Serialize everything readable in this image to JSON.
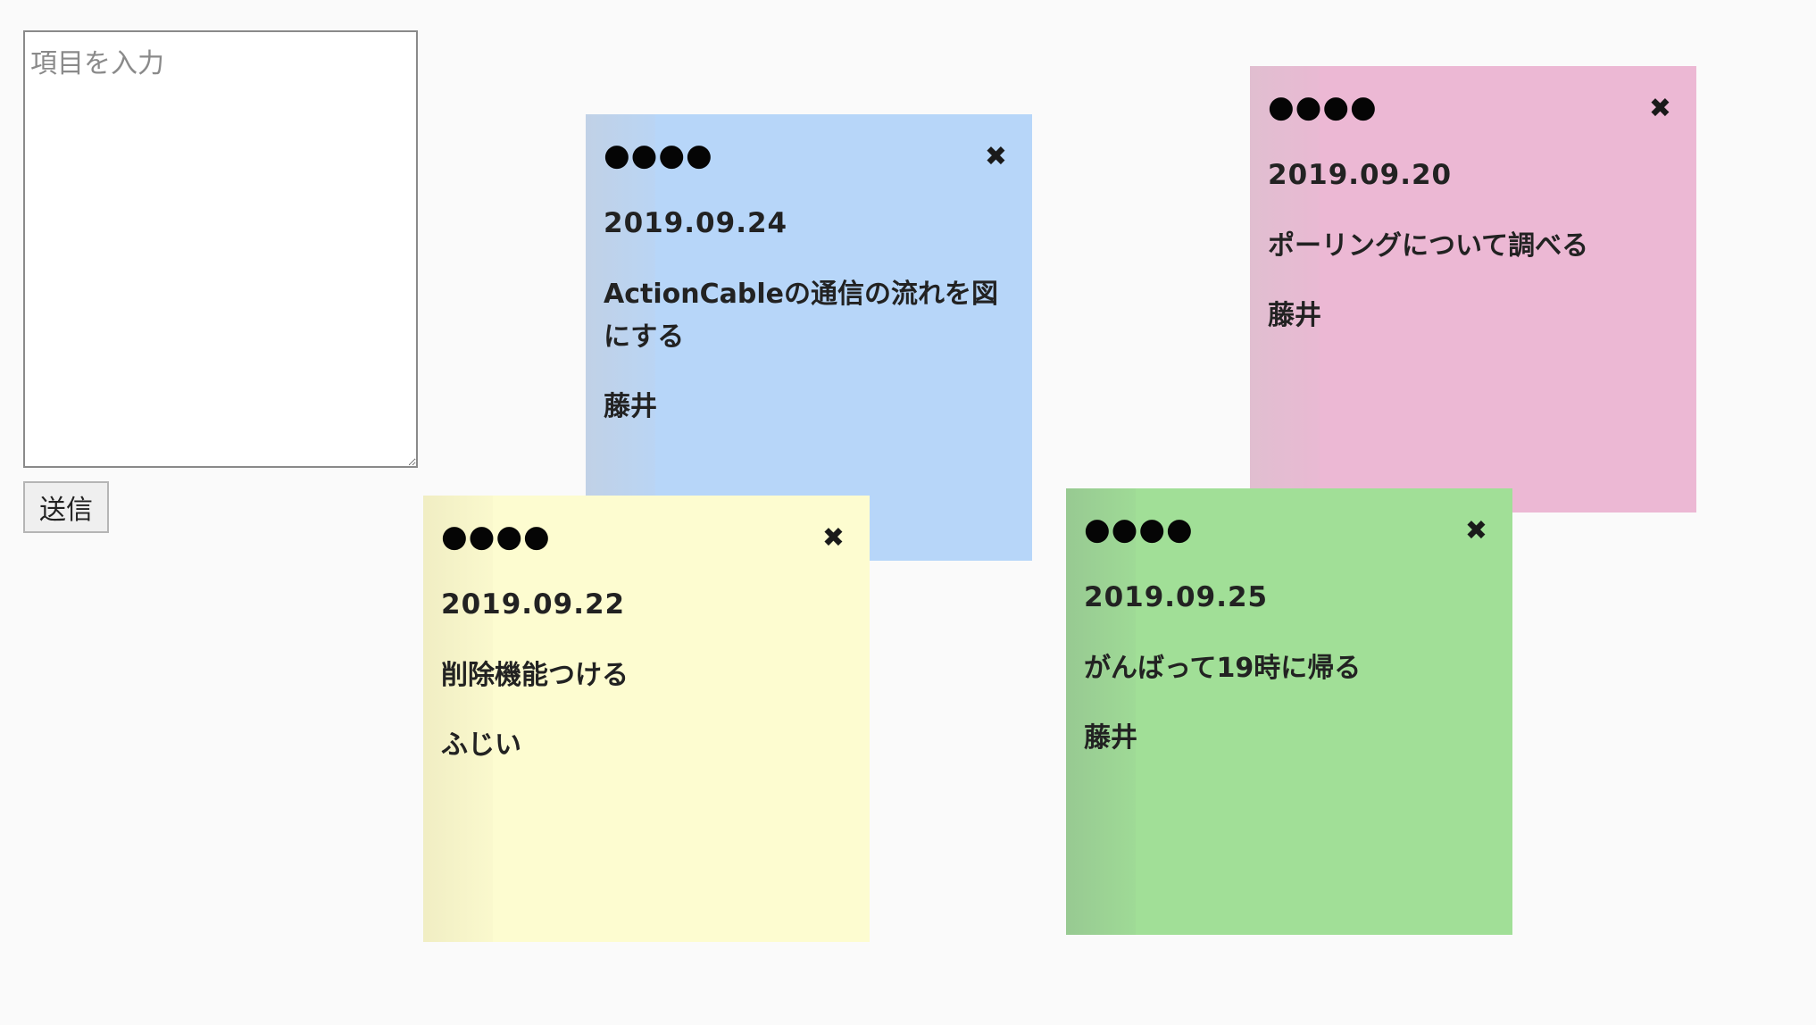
{
  "form": {
    "placeholder": "項目を入力",
    "submit_label": "送信"
  },
  "notes": [
    {
      "date": "2019.09.24",
      "content": "ActionCableの通信の流れを図にする",
      "author": "藤井",
      "color": "#b7d6f9",
      "handle": "●●●●",
      "close": "✖"
    },
    {
      "date": "2019.09.20",
      "content": "ポーリングについて調べる",
      "author": "藤井",
      "color": "#ecb8d4",
      "handle": "●●●●",
      "close": "✖"
    },
    {
      "date": "2019.09.22",
      "content": "削除機能つける",
      "author": "ふじい",
      "color": "#fdfcd0",
      "handle": "●●●●",
      "close": "✖"
    },
    {
      "date": "2019.09.25",
      "content": "がんばって19時に帰る",
      "author": "藤井",
      "color": "#a1df97",
      "handle": "●●●●",
      "close": "✖"
    }
  ]
}
